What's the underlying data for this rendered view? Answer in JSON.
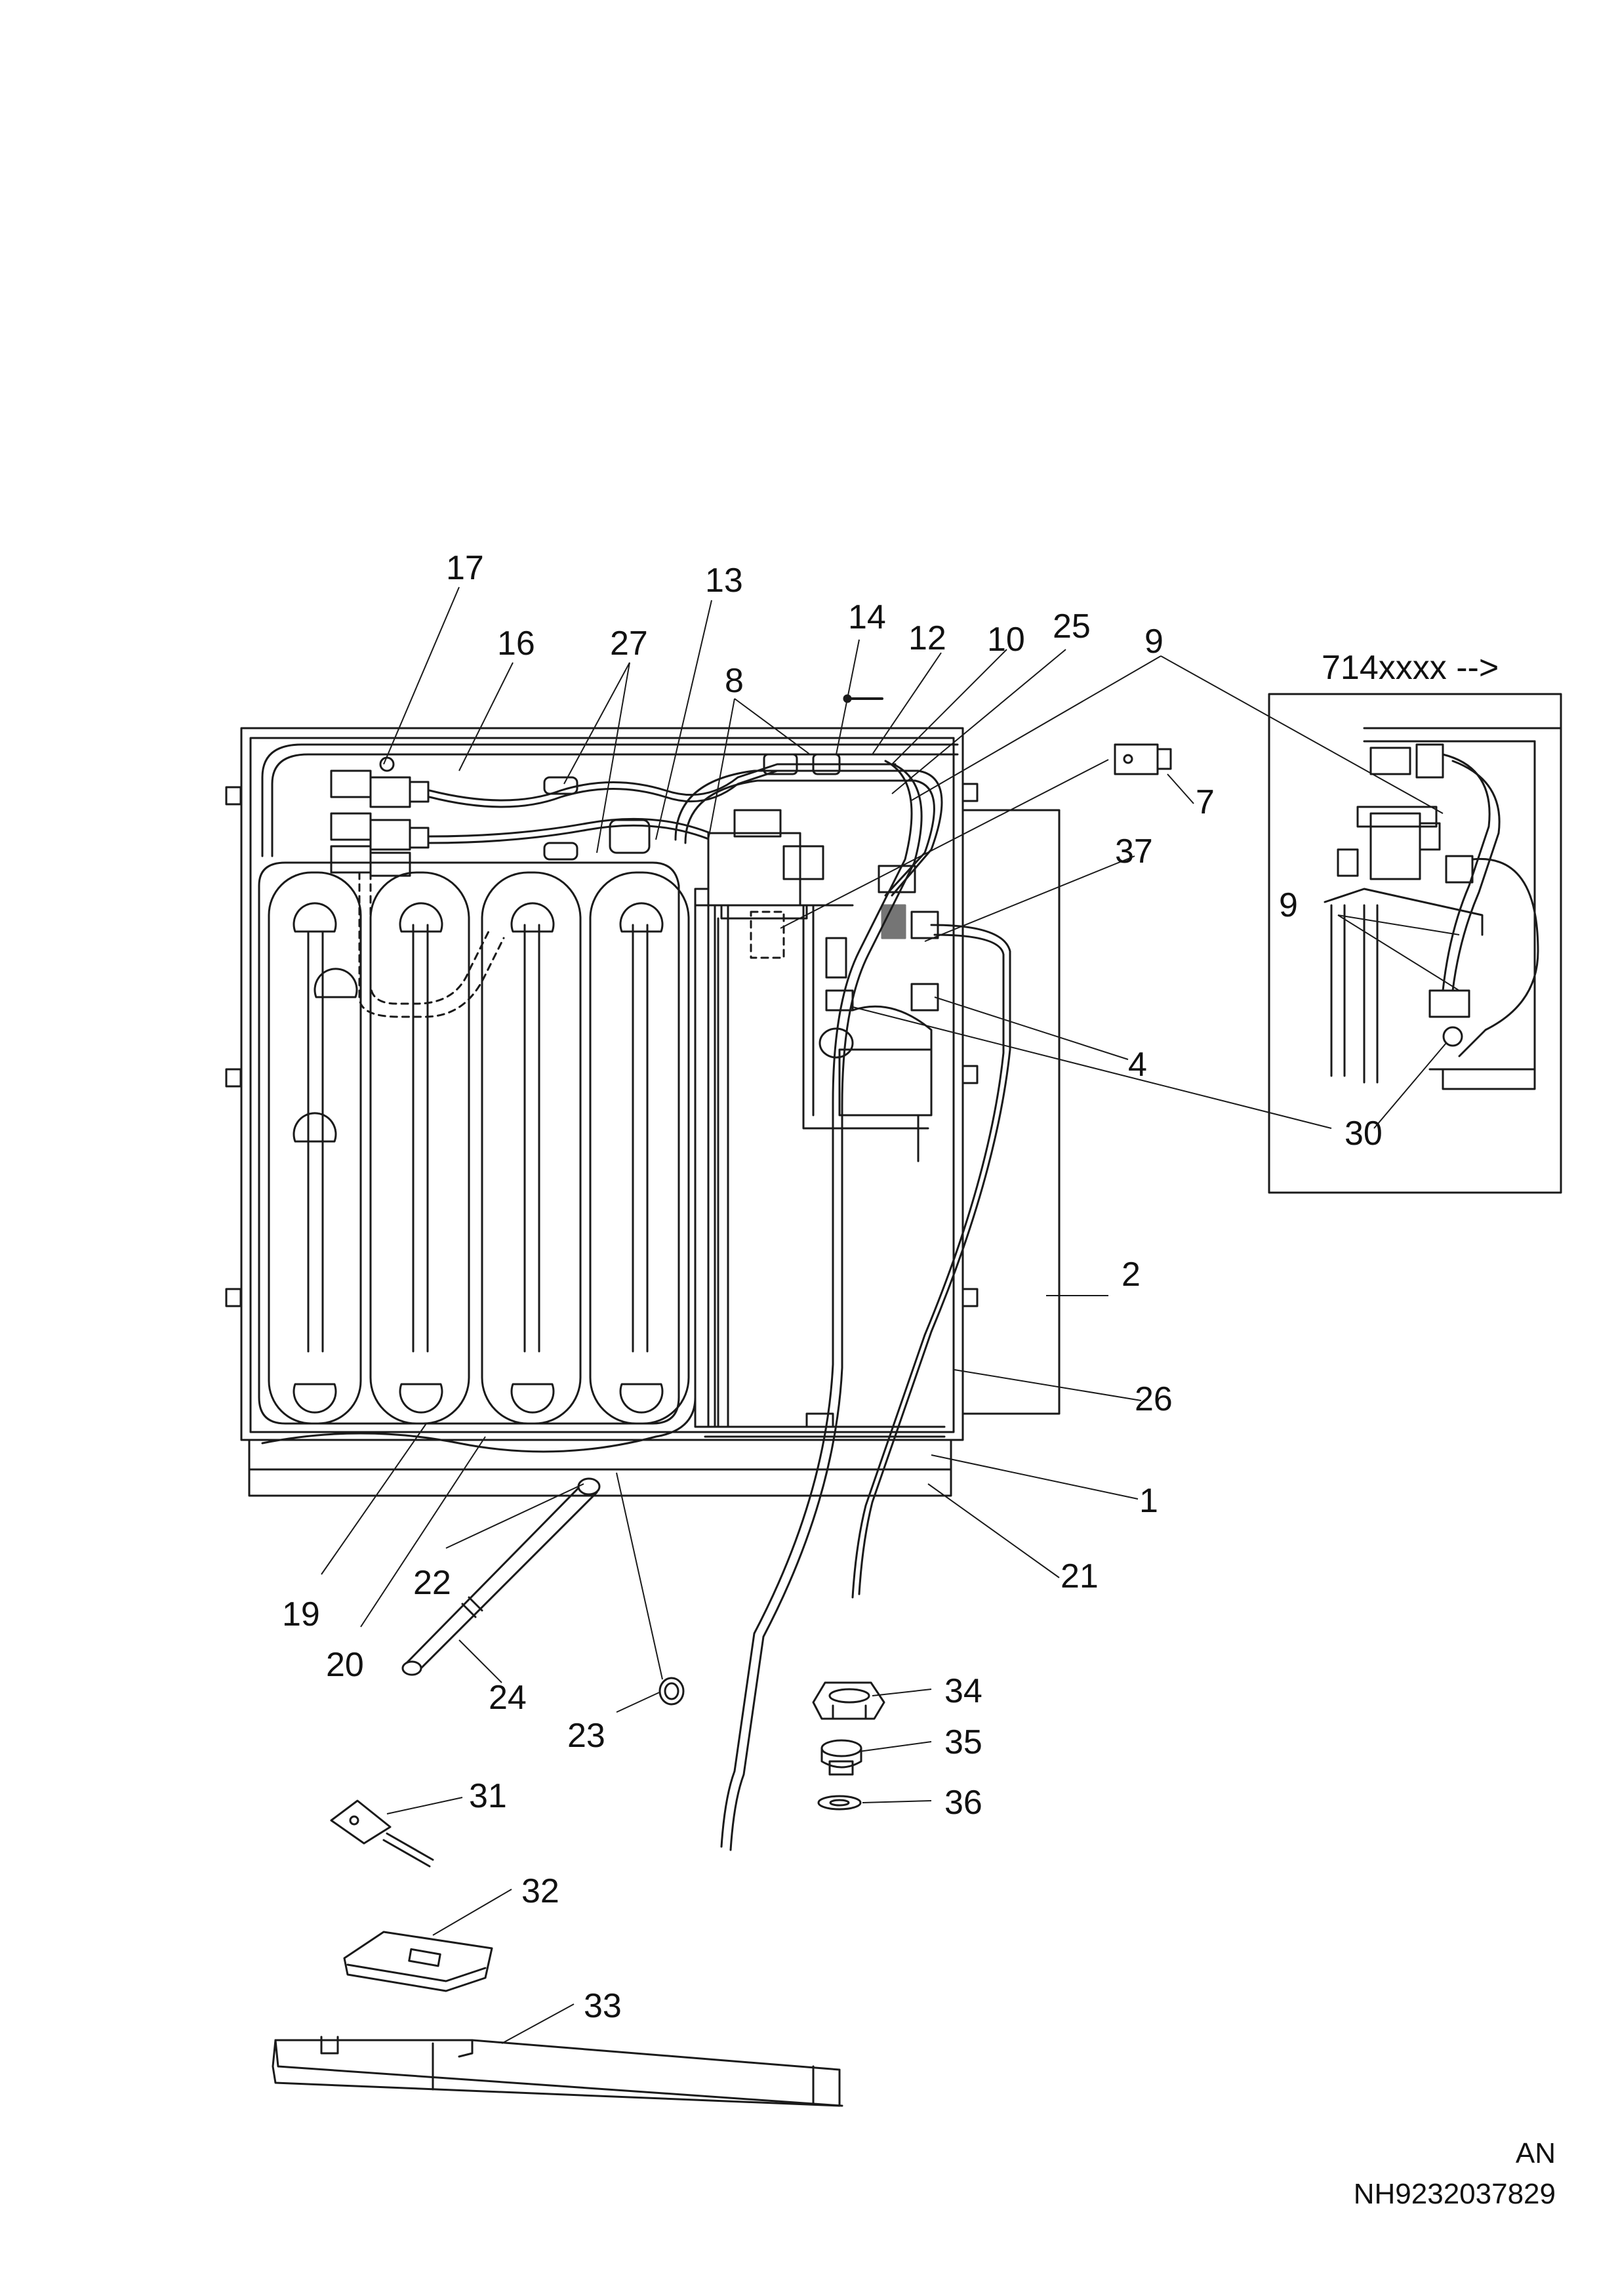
{
  "inset": {
    "title": "714xxxx -->"
  },
  "callouts": {
    "c1": "1",
    "c2": "2",
    "c4": "4",
    "c7": "7",
    "c8": "8",
    "c9": "9",
    "c9b": "9",
    "c10": "10",
    "c12": "12",
    "c13": "13",
    "c14": "14",
    "c16": "16",
    "c17": "17",
    "c19": "19",
    "c20": "20",
    "c21": "21",
    "c22": "22",
    "c23": "23",
    "c24": "24",
    "c25": "25",
    "c26": "26",
    "c27": "27",
    "c30": "30",
    "c31": "31",
    "c32": "32",
    "c33": "33",
    "c34": "34",
    "c35": "35",
    "c36": "36",
    "c37": "37"
  },
  "footer": {
    "code": "AN",
    "id": "NH9232037829"
  }
}
